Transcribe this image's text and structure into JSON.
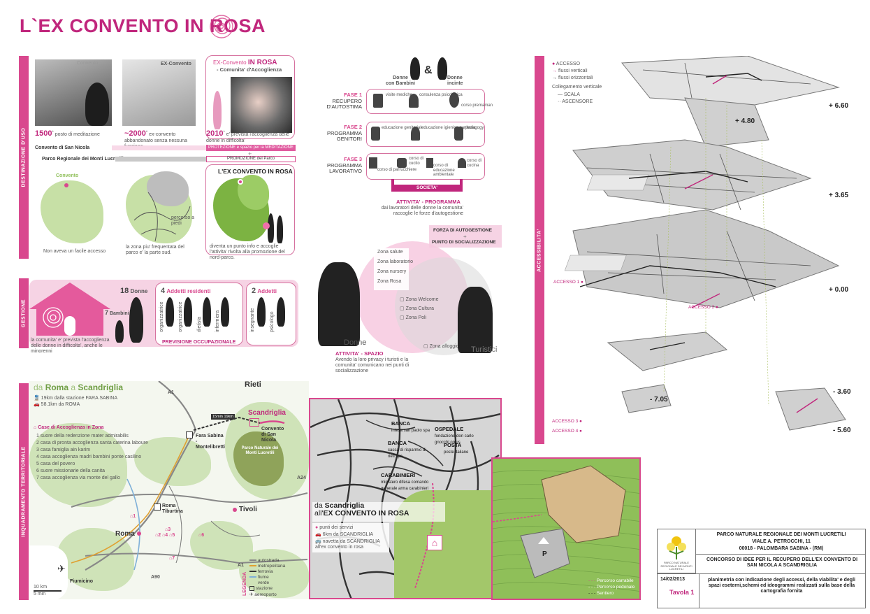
{
  "title": "L`EX CONVENTO IN ROSA",
  "colors": {
    "accent": "#d9488e",
    "dark_accent": "#c0267c",
    "pale": "#f6d3e4",
    "green": "#8fbf59"
  },
  "sections": {
    "destinazione": "DESTINAZIONE D'USO",
    "gestione": "GESTIONE",
    "inquadramento": "INQUADRAMENTO TERRITORIALE",
    "accessibilita": "ACCESSIBILITA'"
  },
  "destinazione": {
    "convento_label": "Convento",
    "ex_label": "EX-Convento",
    "rosa_pre": "EX-Convento ",
    "rosa_hl": "IN ROSA",
    "rosa_sub": "- Comunita' d'Accoglienza",
    "y1500": "1500",
    "y1500_text": "posto di meditazione",
    "y2000": "~2000",
    "y2000_text": "ex-convento abbandonato senza nessuna funzione",
    "y2010": "2010",
    "y2010_text": "e' prevista l'accoglienza delle donne in difficolta'",
    "row1_label": "Convento di San Nicola",
    "row1_bar": "PROTEZIONE e spazio per la MEDITAZIONE",
    "row2_label": "Parco Regionale dei Monti Lucretili",
    "row2_bar": "PROMOZIONE del Parco",
    "map3_title": "L'EX CONVENTO IN ROSA",
    "map1_marker": "Convento",
    "map2_legend": "percorso a piedi",
    "cap1": "Non aveva un facile accesso",
    "cap2": "la zona piu' frequentata del parco e' la parte sud.",
    "cap3": "diventa un punto info e accoglie l'attivita' rivolta alla promozione del nord-parco."
  },
  "programma": {
    "donne1": "Donne",
    "donne1b": "con Bambini",
    "donne2": "Donne",
    "donne2b": "incinte",
    "amp": "&",
    "fasi": [
      {
        "num": "FASE 1",
        "name": "RECUPERO D'AUTOSTIMA",
        "items": [
          "visite mediche",
          "consulenza psicologica",
          "corso premaman"
        ]
      },
      {
        "num": "FASE 2",
        "name": "PROGRAMMA GENITORI",
        "items": [
          "educazione genitoriale",
          "educazione igienico-sanitaria",
          "pedagogy"
        ]
      },
      {
        "num": "FASE 3",
        "name": "PROGRAMMA LAVORATIVO",
        "items": [
          "corso di parrucchiere",
          "corso di cucito",
          "corso di educazione ambientale",
          "corso di cucina"
        ]
      }
    ],
    "societa": "SOCIETA'",
    "attivita_title": "ATTIVITA' - PROGRAMMA",
    "attivita_text": "dai lavoratori delle donne la comunita' raccoglie le forze d'autogestione",
    "forza1": "FORZA DI AUTOGESTIONE",
    "forza_plus": "+",
    "forza2": "PUNTO DI SOCIALIZZAZIONE",
    "zones_left": [
      "Zona salute",
      "Zona laboratorio",
      "Zona nursery",
      "Zona Rosa"
    ],
    "zones_mid": [
      "Zona Welcome",
      "Zona Cultura",
      "Zona Poli"
    ],
    "zona_alloggio": "Zona alloggio",
    "donne_word": "Donne",
    "turisti_word": "Turistici",
    "spazio_title": "ATTIVITA' - SPAZIO",
    "spazio_text": "Avendo la loro privacy i turisti e la comunita' comunicano nei punti di socializzazione"
  },
  "gestione": {
    "donne_n": "18",
    "donne_label": "Donne",
    "bambini_n": "7",
    "bambini_label": "Bambini",
    "addetti_n": "4",
    "addetti_label": "Addetti residenti",
    "addetti2_n": "2",
    "addetti2_label": "Addetti",
    "roles": [
      "organizzatrice",
      "organizzatrice",
      "dietista",
      "infermiera"
    ],
    "roles2": [
      "insegnante",
      "psicologo"
    ],
    "occupazionale": "PREVISIONE OCCUPAZIONALE",
    "cap": "la comunita' e' prevista l'accoglienza delle donne in difficolta', anche le minorenni"
  },
  "inquadramento": {
    "heading_da": "da ",
    "heading_roma": "Roma",
    "heading_a": " a ",
    "heading_scan": "Scandriglia",
    "train": "19km dalla stazione FARA SABINA",
    "car": "58.1km da ROMA",
    "case_title": "Case di Accoglienza in Zona",
    "case": [
      "1  suore della redenzione mater admirabilis",
      "2  casa di pronta accoglienza santa caterina laboure",
      "3  casa famiglia ain karim",
      "4  casa accoglienza madri bambini ponte casilino",
      "5  casa del povero",
      "6  suore missionarie della canita",
      "7  casa accoglienza via monte del gallo"
    ],
    "rieti": "Rieti",
    "scandriglia": "Scandriglia",
    "convento": "Convento di San Nicola",
    "parco": "Parco Naturale dei Monti Lucretili",
    "fara": "Fara Sabina -Montelibretti",
    "tiburtina": "Roma Tiburtina",
    "roma": "Roma",
    "tivoli": "Tivoli",
    "fiumicino": "Fiumicino",
    "a1": "A1",
    "a24": "A24",
    "a90": "A90",
    "scale1": "10 km",
    "scale2": "5 min",
    "timebox": "15min 19km",
    "legenda_title": "LEGENDA",
    "legenda": [
      "autostrada",
      "metropolitana",
      "ferrovia",
      "fiume",
      "verde",
      "stazione",
      "aereoporto"
    ]
  },
  "town": {
    "title1a": "da ",
    "title1b": "Scandriglia",
    "title2a": "all'",
    "title2b": "EX CONVENTO IN ROSA",
    "poi": [
      {
        "name": "BANCA",
        "sub": "intesa san paolo spa"
      },
      {
        "name": "OSPEDALE",
        "sub": "fondazione don carlo gnocchi onlus"
      },
      {
        "name": "BANCA",
        "sub": "cassa di risparmio di rieti spa"
      },
      {
        "name": "POSTA",
        "sub": "poste italiane"
      },
      {
        "name": "CARABINIERI",
        "sub": "ministero difesa comando generale arma carabinieri"
      }
    ],
    "legend": [
      "punti dei servizi",
      "6km da SCANDRIGLIA",
      "navetta da SCANDRIGLIA all'ex convento in rosa"
    ]
  },
  "site": {
    "p": "P",
    "legend": [
      "Percorso carrabile",
      "Percorso pedonale",
      "Sentiero"
    ]
  },
  "accessibilita": {
    "legend_accesso": "ACCESSO",
    "flussi_v": "flussi verticali",
    "flussi_o": "flussi orizzontali",
    "collegamento": "Collegamento verticale",
    "scala": "SCALA",
    "ascensore": "ASCENSORE",
    "levels": [
      "+ 6.60",
      "+ 4.80",
      "+ 3.65",
      "+ 0.00",
      "- 3.60",
      "- 7.05",
      "- 5.60"
    ],
    "accessi": [
      "ACCESSO 1",
      "ACCESSO 2",
      "ACCESSO 3",
      "ACCESSO 4"
    ]
  },
  "titleblock": {
    "org1": "PARCO NATURALE REGIONALE DEI MONTI LUCRETILI",
    "org2": "VIALE A. PETROCCHI, 11",
    "org3": "00018 - PALOMBARA SABINA - (RM)",
    "concorso": "CONCORSO DI IDEE PER IL RECUPERO DELL'EX CONVENTO DI SAN NICOLA A SCANDRIGLIA",
    "date": "14/02/2013",
    "tavola": "Tavola 1",
    "desc": "planimetria con indicazione degli accessi, della viabilita' e degli spazi eseterni,schemi ed ideogrammi realizzati sulla base della cartografia fornita",
    "logo_text": "PARCO NATURALE REGIONALE DEI MONTI LUCRETILI"
  }
}
